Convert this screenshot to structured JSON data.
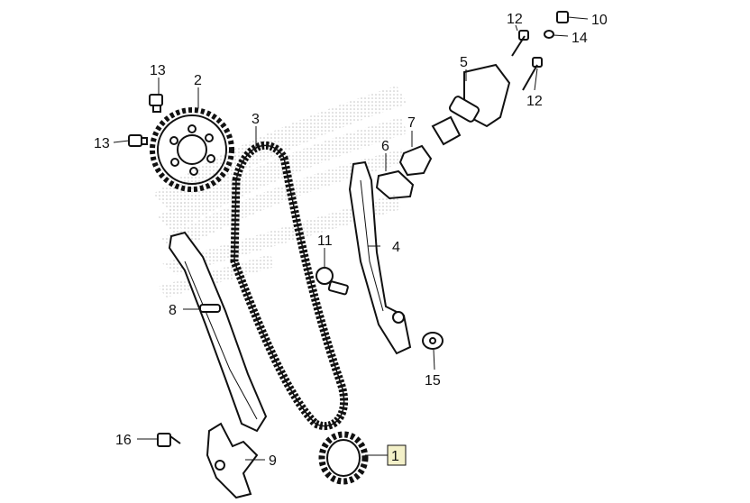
{
  "callouts": [
    "1",
    "2",
    "3",
    "4",
    "5",
    "6",
    "7",
    "8",
    "9",
    "10",
    "11",
    "12",
    "13",
    "14",
    "15",
    "16"
  ],
  "labels": {
    "c1": "1",
    "c2": "2",
    "c3": "3",
    "c4": "4",
    "c5": "5",
    "c6": "6",
    "c7": "7",
    "c8": "8",
    "c9": "9",
    "c10": "10",
    "c11": "11",
    "c12a": "12",
    "c12b": "12",
    "c13a": "13",
    "c13b": "13",
    "c14": "14",
    "c15": "15",
    "c16": "16"
  },
  "highlighted_callout": "1",
  "colors": {
    "ink": "#111111",
    "watermark": "#c9c9c9",
    "highlight_box": "#f3f0c8"
  }
}
